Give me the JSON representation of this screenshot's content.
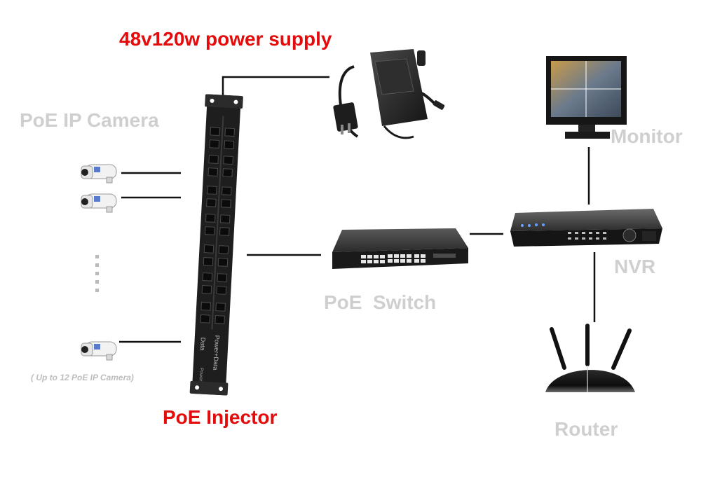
{
  "labels": {
    "power_supply": "48v120w power supply",
    "camera": "PoE IP Camera",
    "monitor": "Monitor",
    "nvr": "NVR",
    "switch": "PoE  Switch",
    "injector": "PoE Injector",
    "router": "Router",
    "camera_note": "( Up to 12 PoE IP Camera)",
    "injector_port_data": "Data",
    "injector_port_power": "Power+Data",
    "injector_side": "Power"
  },
  "icons": {
    "camera": "bullet-camera-icon",
    "power_supply": "power-adapter-icon",
    "injector": "rack-poe-injector-icon",
    "switch": "network-switch-icon",
    "nvr": "nvr-recorder-icon",
    "monitor": "cctv-monitor-icon",
    "router": "wifi-router-icon"
  },
  "colors": {
    "accent_red": "#e30b0b",
    "label_grey": "#cfcfcf",
    "line": "#111111",
    "device_dark": "#1b1b1b"
  }
}
